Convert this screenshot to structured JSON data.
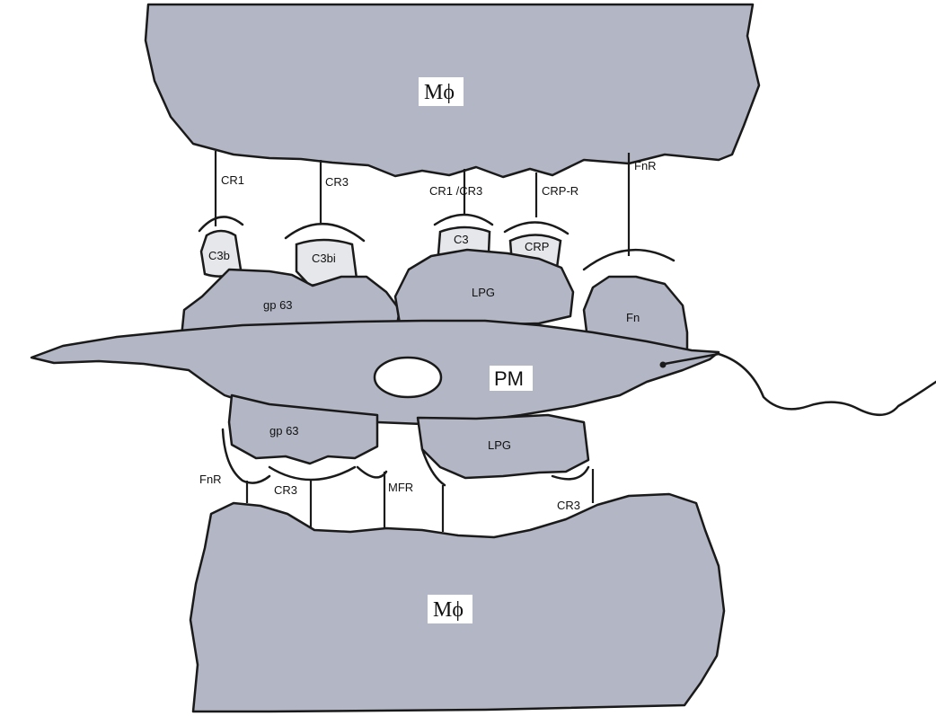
{
  "cells": {
    "top_macrophage": "Mϕ",
    "bottom_macrophage": "Mϕ",
    "parasite": "PM"
  },
  "top_receptors": {
    "cr1": "CR1",
    "cr3": "CR3",
    "cr1_cr3": "CR1 /CR3",
    "crp_r": "CRP-R",
    "fnr": "FnR"
  },
  "top_ligands": {
    "c3b": "C3b",
    "c3bi": "C3bi",
    "c3": "C3",
    "crp": "CRP",
    "gp63": "gp 63",
    "lpg": "LPG",
    "fn": "Fn"
  },
  "bottom_ligands": {
    "gp63": "gp 63",
    "lpg": "LPG"
  },
  "bottom_receptors": {
    "fnr": "FnR",
    "cr3_left": "CR3",
    "mfr": "MFR",
    "cr3_right": "CR3"
  }
}
